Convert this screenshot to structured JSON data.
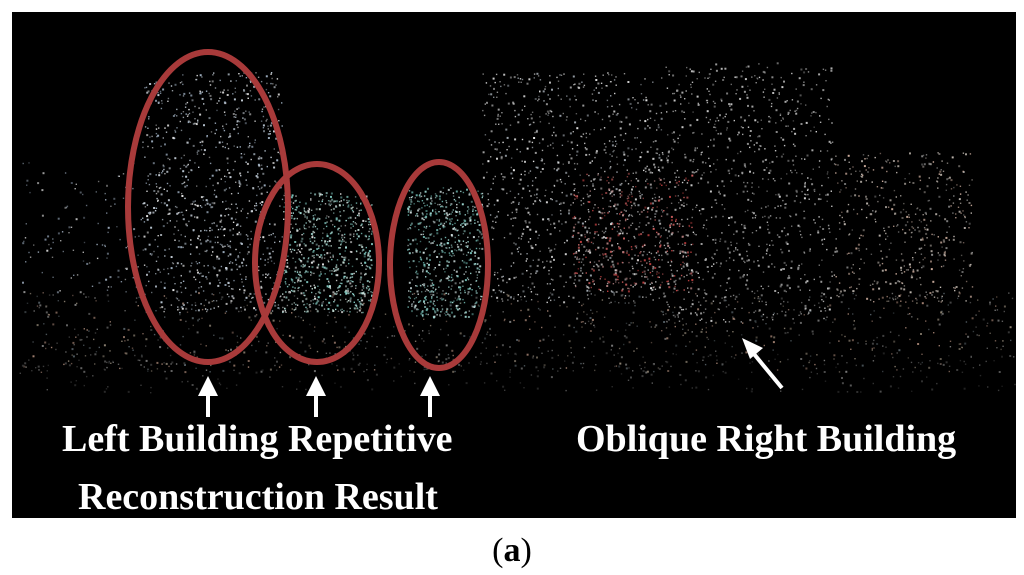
{
  "figure": {
    "labels": {
      "left_line1": "Left Building Repetitive",
      "left_line2": "Reconstruction Result",
      "right": "Oblique Right Building"
    },
    "panel_caption_open": "(",
    "panel_caption_letter": "a",
    "panel_caption_close": ")",
    "colors": {
      "background": "#000000",
      "ellipse": "#a83a3a",
      "arrow": "#ffffff",
      "text": "#ffffff"
    },
    "icons": [
      "up-arrow-icon",
      "diagonal-arrow-icon"
    ]
  }
}
